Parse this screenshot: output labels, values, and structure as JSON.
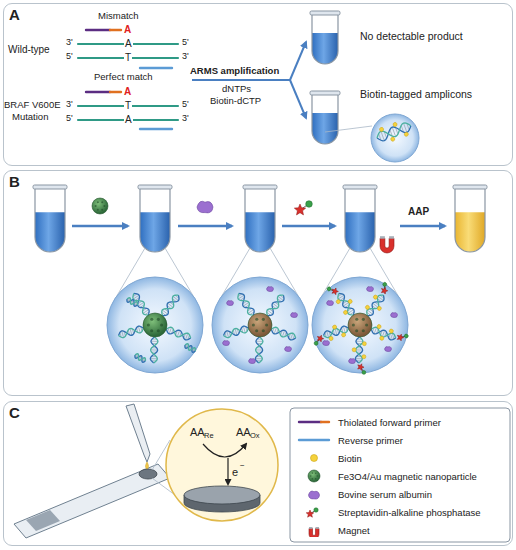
{
  "diagram": {
    "nodes": [
      {
        "text": [
          "A"
        ]
      },
      {
        "text": [
          "No detectable product"
        ],
        "in": 0
      },
      {
        "text": [
          "Biotin-tagged amplicons"
        ],
        "in": 0
      },
      {
        "text": [
          "B"
        ]
      },
      {
        "text": [
          "C"
        ]
      }
    ],
    "labels": [
      "Mismatch",
      "Wild-type",
      "3'",
      "A",
      "A",
      "5'",
      "5'",
      "T",
      "3'",
      "Perfect match",
      "A",
      "BRAF V600E",
      "Mutation",
      "3'",
      "T",
      "5'",
      "5'",
      "A",
      "3'",
      "ARMS amplification",
      "dNTPs",
      "Biotin-dCTP",
      "AAP",
      "AA",
      "Re",
      "AA",
      "Ox",
      "e",
      "−"
    ],
    "legend": [
      {
        "text": "Thiolated forward primer"
      },
      {
        "text": "Reverse primer"
      },
      {
        "text": "Biotin"
      },
      {
        "text": "Fe3O4/Au magnetic nanoparticle"
      },
      {
        "text": "Bovine serum albumin"
      },
      {
        "text": "Streptavidin-alkaline phosphatase"
      },
      {
        "text": "Magnet"
      }
    ]
  }
}
